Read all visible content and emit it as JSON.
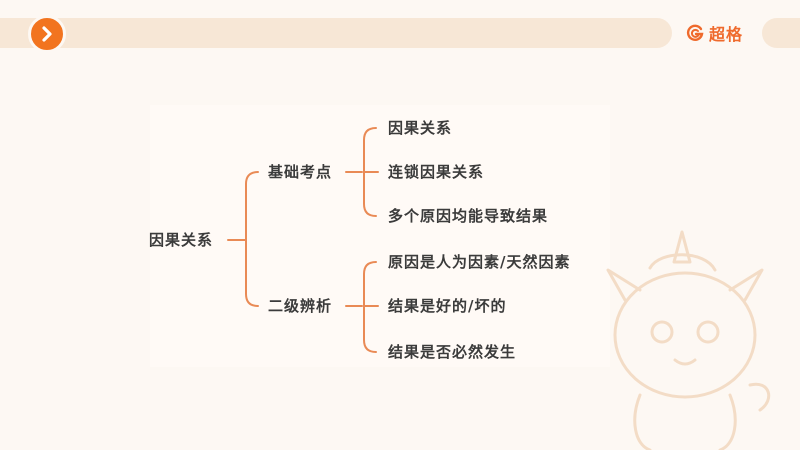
{
  "header": {
    "logo_text": "超格",
    "next_icon": "chevron-right-icon",
    "logo_icon": "g-logo-icon"
  },
  "colors": {
    "accent": "#f2741f",
    "bar": "#f7e7d6",
    "line": "#e98a55",
    "text": "#3b3b3b",
    "background": "#fdf8f3"
  },
  "mindmap": {
    "root": "因果关系",
    "branches": [
      {
        "label": "基础考点",
        "children": [
          "因果关系",
          "连锁因果关系",
          "多个原因均能导致结果"
        ]
      },
      {
        "label": "二级辨析",
        "children": [
          "原因是人为因素/天然因素",
          "结果是好的/坏的",
          "结果是否必然发生"
        ]
      }
    ]
  }
}
